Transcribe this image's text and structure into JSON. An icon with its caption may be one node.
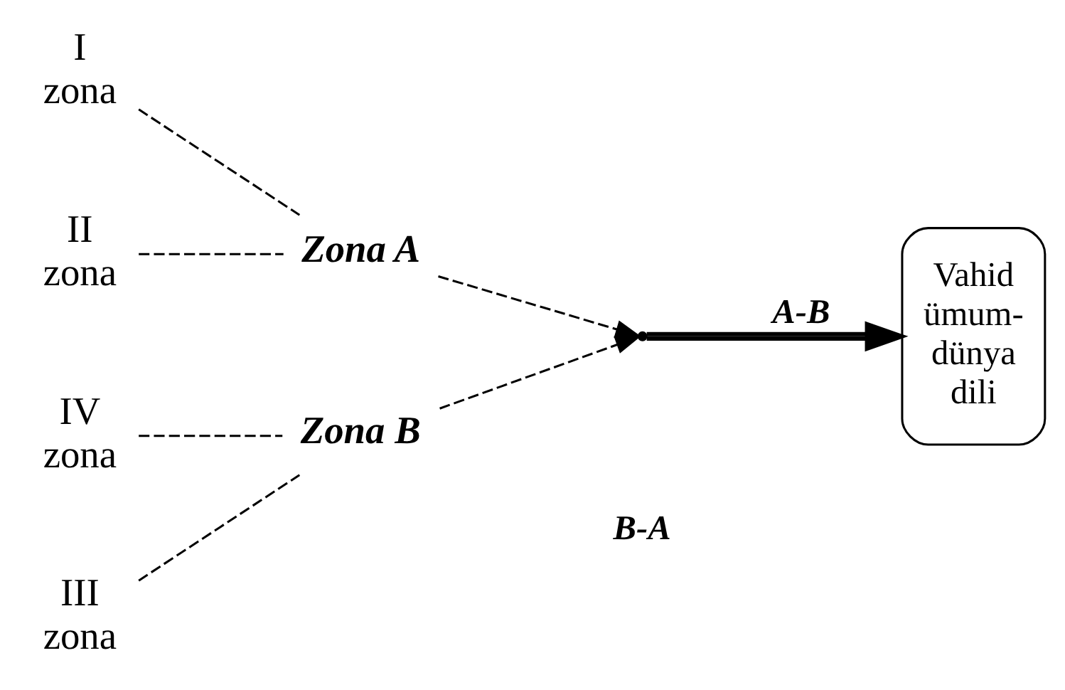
{
  "diagram": {
    "nodes": [
      {
        "text": [
          "I zona"
        ]
      },
      {
        "text": [
          "II zona"
        ]
      },
      {
        "text": [
          "III zona"
        ]
      },
      {
        "text": [
          "IV zona"
        ]
      },
      {
        "text": [
          "Zona A"
        ]
      },
      {
        "text": [
          "Zona B"
        ]
      },
      {
        "text": [],
        "shape": "point"
      },
      {
        "text": [
          "Vahid ümum-dünya dili"
        ]
      }
    ],
    "edges": [
      {
        "from": 0,
        "to": 4,
        "arrow": "none",
        "style": "dashed"
      },
      {
        "from": 1,
        "to": 4,
        "arrow": "none",
        "style": "dashed"
      },
      {
        "from": 2,
        "to": 5,
        "arrow": "none",
        "style": "dashed"
      },
      {
        "from": 3,
        "to": 5,
        "arrow": "none",
        "style": "dashed"
      },
      {
        "from": 4,
        "to": 6,
        "arrow": "to",
        "style": "dashed"
      },
      {
        "from": 5,
        "to": 6,
        "arrow": "to",
        "style": "dashed"
      },
      {
        "from": 6,
        "to": 7,
        "arrow": "to",
        "style": "thick",
        "label": "A-B"
      }
    ],
    "labels": [
      "B-A"
    ]
  }
}
